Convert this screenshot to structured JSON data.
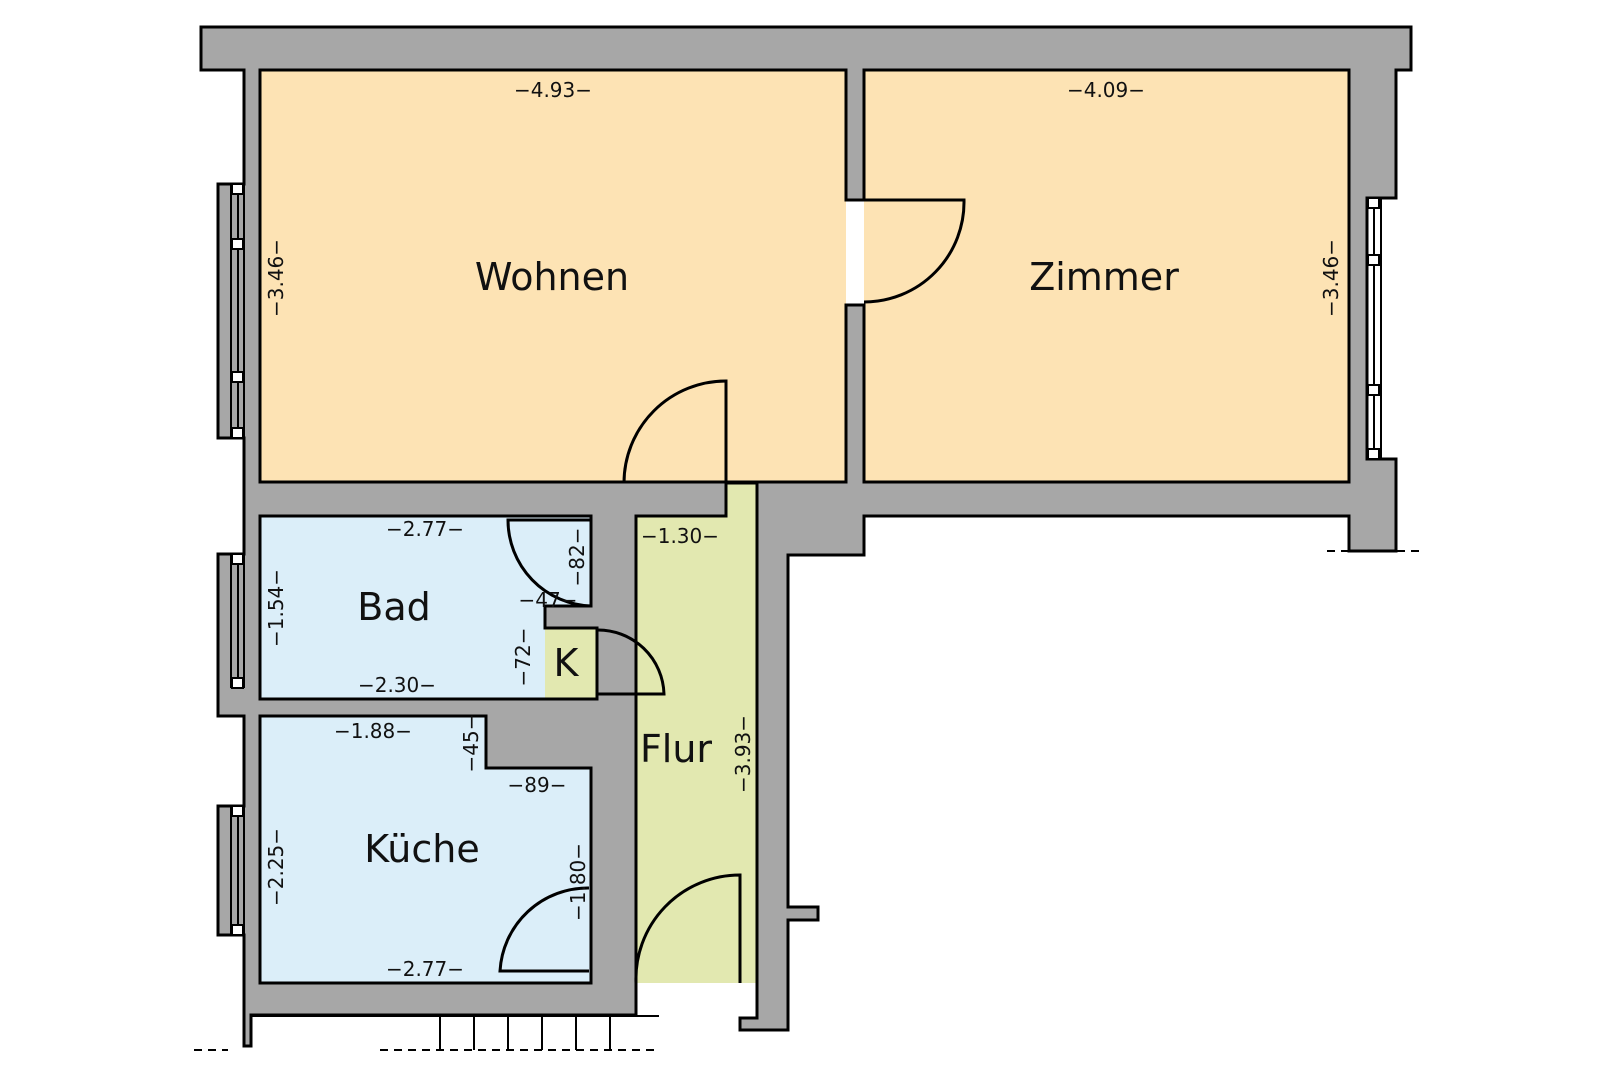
{
  "rooms": {
    "wohnen": "Wohnen",
    "zimmer": "Zimmer",
    "bad": "Bad",
    "kueche": "Küche",
    "flur": "Flur",
    "k": "K"
  },
  "dimensions": {
    "wohnen_width": "−4.93−",
    "wohnen_height": "−3.46−",
    "zimmer_width": "−4.09−",
    "zimmer_height": "−3.46−",
    "bad_width_top": "−2.77−",
    "bad_height": "−1.54−",
    "bad_width_bottom": "−2.30−",
    "bad_door": "−82−",
    "bad_niche_width": "−47−",
    "bad_niche_depth": "−72−",
    "flur_width": "−1.30−",
    "flur_length": "−3.93−",
    "kueche_width_top": "−1.88−",
    "kueche_niche_depth": "−45−",
    "kueche_niche_width": "−89−",
    "kueche_height": "−2.25−",
    "kueche_door_side": "−1.80−",
    "kueche_width_bottom": "−2.77−"
  },
  "colors": {
    "wall": "#a7a7a7",
    "living_rooms": "#fde3b4",
    "wet_rooms": "#dbeef9",
    "hallway": "#e2e8b0"
  }
}
